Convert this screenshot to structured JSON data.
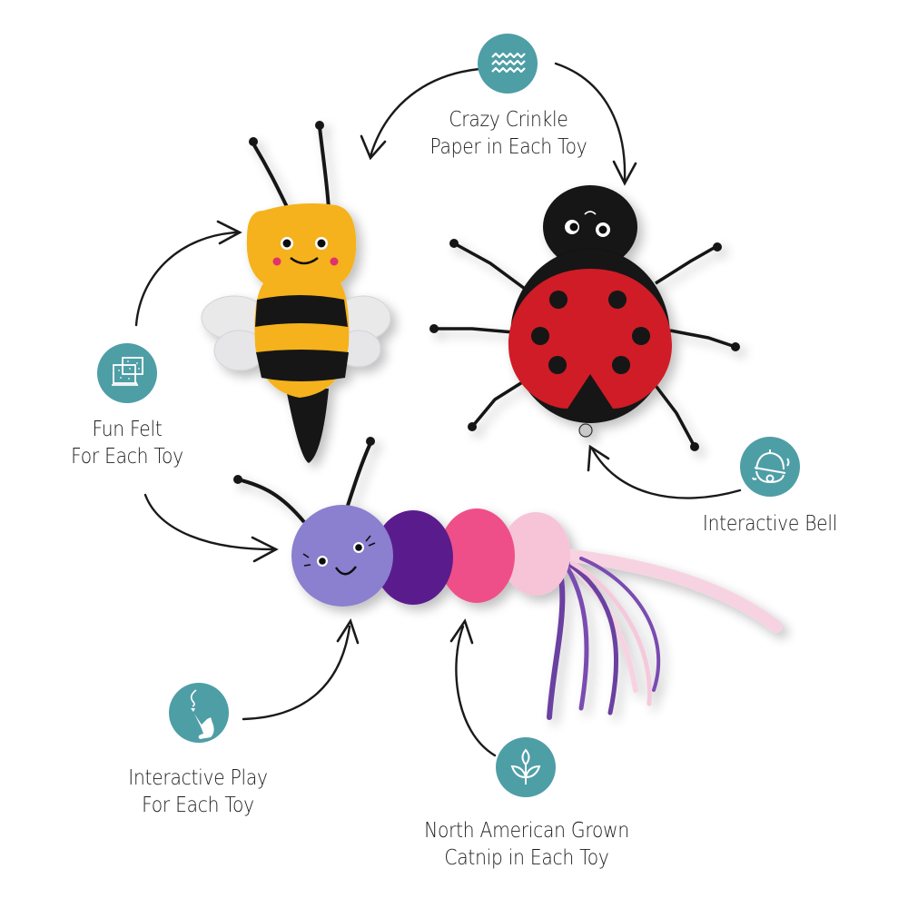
{
  "colors": {
    "badge_teal": "#4e9ea6",
    "arrow": "#1a1a1a",
    "bee_yellow": "#f5b21b",
    "bee_black": "#141414",
    "wing_white": "#e9e9ea",
    "ladybug_red": "#cf1f25",
    "ladybug_black": "#121212",
    "caterpillar_head": "#8b7fcf",
    "caterpillar_dark_purple": "#5a1f8c",
    "caterpillar_hot_pink": "#ef4f88",
    "caterpillar_light_pink": "#f6c4d6",
    "ribbon_purple": "#6b3fa0",
    "ribbon_pink": "#f7d3e2"
  },
  "features": [
    {
      "id": "crinkle",
      "icon": "waves-icon",
      "line1": "Crazy Crinkle",
      "line2": "Paper in Each Toy"
    },
    {
      "id": "felt",
      "icon": "felt-sheets-icon",
      "line1": "Fun Felt",
      "line2": "For Each Toy"
    },
    {
      "id": "bell",
      "icon": "bell-icon",
      "line1": "Interactive Bell",
      "line2": ""
    },
    {
      "id": "play",
      "icon": "cat-playing-icon",
      "line1": "Interactive Play",
      "line2": "For Each Toy"
    },
    {
      "id": "catnip",
      "icon": "plant-sprout-icon",
      "line1": "North American Grown",
      "line2": "Catnip in Each Toy"
    }
  ],
  "products": [
    {
      "id": "bee",
      "name": "bee-toy"
    },
    {
      "id": "ladybug",
      "name": "ladybug-toy"
    },
    {
      "id": "caterpillar",
      "name": "caterpillar-toy"
    }
  ]
}
